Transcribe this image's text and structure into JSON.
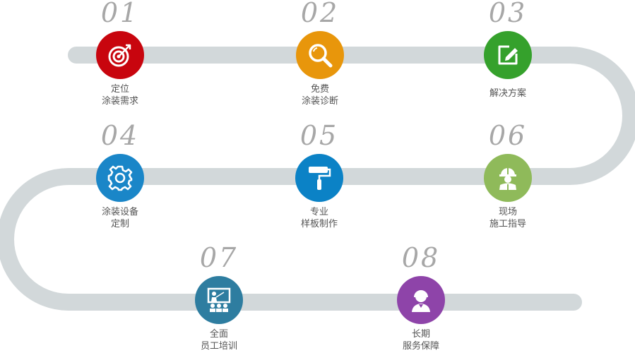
{
  "colors": {
    "track": "#d2d8da",
    "number": "#a7a7a7",
    "label": "#555555"
  },
  "steps": [
    {
      "number": "01",
      "line1": "定位",
      "line2": "涂装需求",
      "color": "#c8050e",
      "icon": "target-icon"
    },
    {
      "number": "02",
      "line1": "免费",
      "line2": "涂装诊断",
      "color": "#e8960b",
      "icon": "magnifier-icon"
    },
    {
      "number": "03",
      "line1": "解决方案",
      "line2": "",
      "color": "#35a12c",
      "icon": "edit-icon"
    },
    {
      "number": "04",
      "line1": "涂装设备",
      "line2": "定制",
      "color": "#1a86c8",
      "icon": "gear-icon"
    },
    {
      "number": "05",
      "line1": "专业",
      "line2": "样板制作",
      "color": "#0b82c6",
      "icon": "paint-roller-icon"
    },
    {
      "number": "06",
      "line1": "现场",
      "line2": "施工指导",
      "color": "#8fba5a",
      "icon": "worker-icon"
    },
    {
      "number": "07",
      "line1": "全面",
      "line2": "员工培训",
      "color": "#2e7da0",
      "icon": "training-icon"
    },
    {
      "number": "08",
      "line1": "长期",
      "line2": "服务保障",
      "color": "#8e44a9",
      "icon": "support-icon"
    }
  ]
}
